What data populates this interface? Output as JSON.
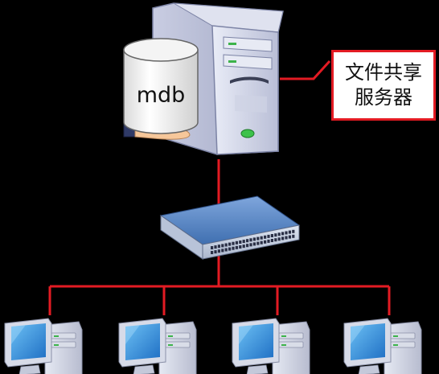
{
  "server": {
    "database_label": "mdb",
    "description_line1": "文件共享",
    "description_line2": "服务器"
  },
  "colors": {
    "background": "#000000",
    "connector": "#e31b23",
    "label_border": "#e31b23",
    "switch_body": "#3f6fb0",
    "monitor_screen": "#2f8fd8"
  },
  "icons": {
    "server": "server-tower-icon",
    "database": "database-cylinder-icon",
    "hand": "hand-holding-icon",
    "switch": "network-switch-icon",
    "client": "desktop-computer-icon"
  }
}
